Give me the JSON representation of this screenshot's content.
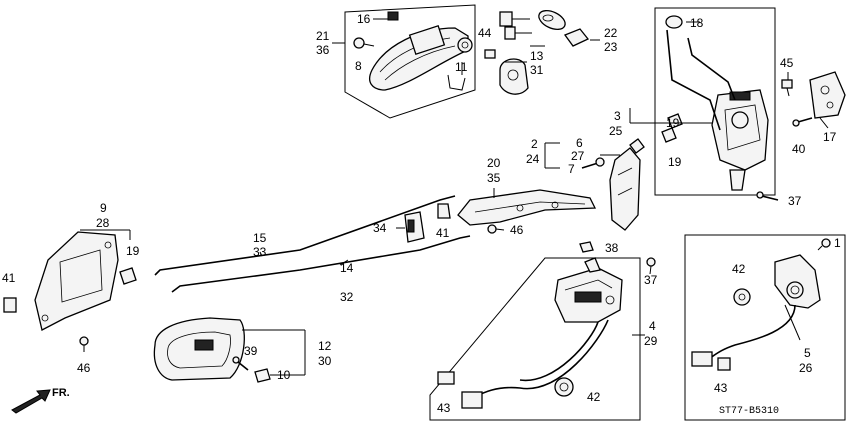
{
  "diagram": {
    "code": "ST77-B5310",
    "direction_label": "FR.",
    "callouts": [
      {
        "id": "c21",
        "text": "21"
      },
      {
        "id": "c36",
        "text": "36"
      },
      {
        "id": "c16",
        "text": "16"
      },
      {
        "id": "c8",
        "text": "8"
      },
      {
        "id": "c11",
        "text": "11"
      },
      {
        "id": "c44",
        "text": "44"
      },
      {
        "id": "c13",
        "text": "13"
      },
      {
        "id": "c31",
        "text": "31"
      },
      {
        "id": "c22",
        "text": "22"
      },
      {
        "id": "c23",
        "text": "23"
      },
      {
        "id": "c18",
        "text": "18"
      },
      {
        "id": "c45",
        "text": "45"
      },
      {
        "id": "c17",
        "text": "17"
      },
      {
        "id": "c40",
        "text": "40"
      },
      {
        "id": "c3",
        "text": "3"
      },
      {
        "id": "c25",
        "text": "25"
      },
      {
        "id": "c19a",
        "text": "19"
      },
      {
        "id": "c19b",
        "text": "19"
      },
      {
        "id": "c2",
        "text": "2"
      },
      {
        "id": "c24",
        "text": "24"
      },
      {
        "id": "c6",
        "text": "6"
      },
      {
        "id": "c27",
        "text": "27"
      },
      {
        "id": "c7",
        "text": "7"
      },
      {
        "id": "c20",
        "text": "20"
      },
      {
        "id": "c35",
        "text": "35"
      },
      {
        "id": "c37a",
        "text": "37"
      },
      {
        "id": "c9",
        "text": "9"
      },
      {
        "id": "c28",
        "text": "28"
      },
      {
        "id": "c19c",
        "text": "19"
      },
      {
        "id": "c41a",
        "text": "41"
      },
      {
        "id": "c15",
        "text": "15"
      },
      {
        "id": "c33",
        "text": "33"
      },
      {
        "id": "c34",
        "text": "34"
      },
      {
        "id": "c41b",
        "text": "41"
      },
      {
        "id": "c46a",
        "text": "46"
      },
      {
        "id": "c38",
        "text": "38"
      },
      {
        "id": "c1",
        "text": "1"
      },
      {
        "id": "c14",
        "text": "14"
      },
      {
        "id": "c32",
        "text": "32"
      },
      {
        "id": "c37b",
        "text": "37"
      },
      {
        "id": "c42a",
        "text": "42"
      },
      {
        "id": "c46b",
        "text": "46"
      },
      {
        "id": "c39",
        "text": "39"
      },
      {
        "id": "c12",
        "text": "12"
      },
      {
        "id": "c30",
        "text": "30"
      },
      {
        "id": "c10",
        "text": "10"
      },
      {
        "id": "c4",
        "text": "4"
      },
      {
        "id": "c29",
        "text": "29"
      },
      {
        "id": "c5",
        "text": "5"
      },
      {
        "id": "c26",
        "text": "26"
      },
      {
        "id": "c43a",
        "text": "43"
      },
      {
        "id": "c42b",
        "text": "42"
      },
      {
        "id": "c43b",
        "text": "43"
      }
    ]
  }
}
